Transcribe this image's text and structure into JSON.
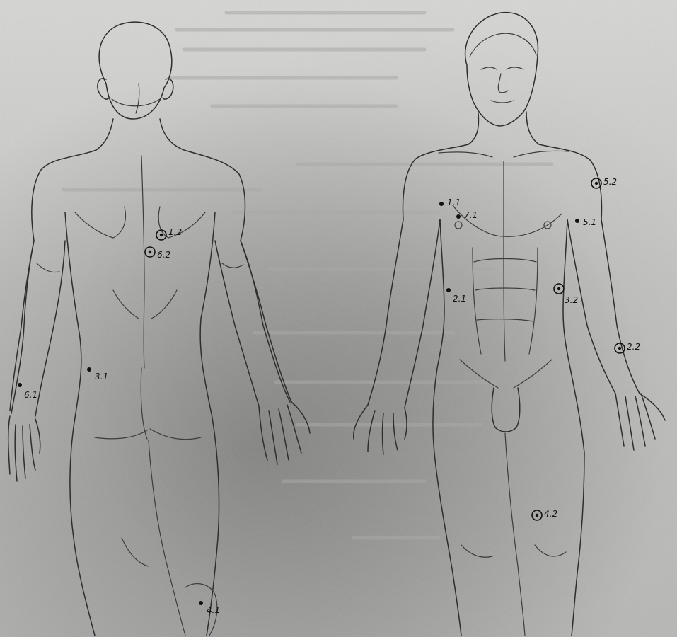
{
  "figures": [
    {
      "id": "posterior",
      "view": "back"
    },
    {
      "id": "anterior",
      "view": "front"
    }
  ],
  "wound_markers": [
    {
      "figure": "posterior",
      "label": "1.2",
      "style": "ring"
    },
    {
      "figure": "posterior",
      "label": "6.2",
      "style": "ring"
    },
    {
      "figure": "posterior",
      "label": "3.1",
      "style": "dot"
    },
    {
      "figure": "posterior",
      "label": "6.1",
      "style": "dot"
    },
    {
      "figure": "posterior",
      "label": "4.1",
      "style": "dot"
    },
    {
      "figure": "anterior",
      "label": "1.1",
      "style": "dot"
    },
    {
      "figure": "anterior",
      "label": "7.1",
      "style": "dot"
    },
    {
      "figure": "anterior",
      "label": "5.2",
      "style": "ring"
    },
    {
      "figure": "anterior",
      "label": "5.1",
      "style": "dot"
    },
    {
      "figure": "anterior",
      "label": "2.1",
      "style": "dot"
    },
    {
      "figure": "anterior",
      "label": "3.2",
      "style": "ring"
    },
    {
      "figure": "anterior",
      "label": "2.2",
      "style": "ring"
    },
    {
      "figure": "anterior",
      "label": "4.2",
      "style": "ring"
    }
  ],
  "colors": {
    "paper": "#cfcfcd",
    "ink": "#111111",
    "line": "#2e2e2e"
  }
}
